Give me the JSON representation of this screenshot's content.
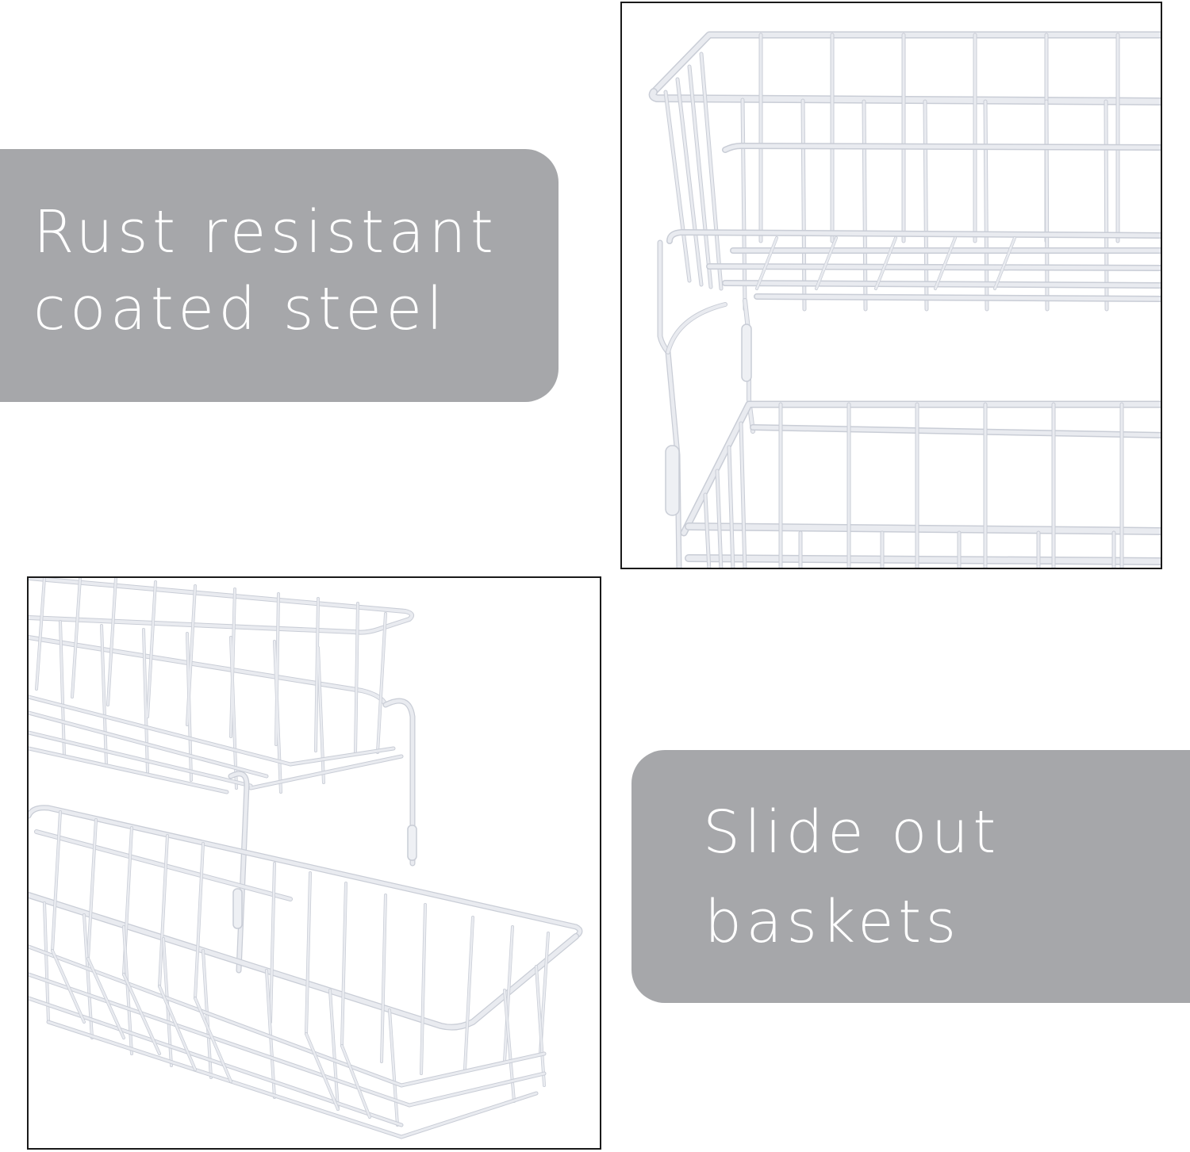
{
  "colors": {
    "background": "#ffffff",
    "badge": "#a6a7aa",
    "badge_text": "#ffffff",
    "frame_border": "#1a1a1a",
    "wire": "#e9ebf0",
    "wire_shadow": "#c9cdd6"
  },
  "features": [
    {
      "id": "rust-resistant",
      "lines": [
        "Rust resistant",
        "coated steel"
      ],
      "position": "left"
    },
    {
      "id": "slide-out",
      "lines": [
        "Slide out",
        "baskets"
      ],
      "position": "right"
    }
  ],
  "photos": [
    {
      "id": "top-right",
      "subject": "close-up of two stacked white wire baskets with side frame and sleeve connectors"
    },
    {
      "id": "bottom-left",
      "subject": "angled view of two-tier white wire basket organizer"
    }
  ]
}
